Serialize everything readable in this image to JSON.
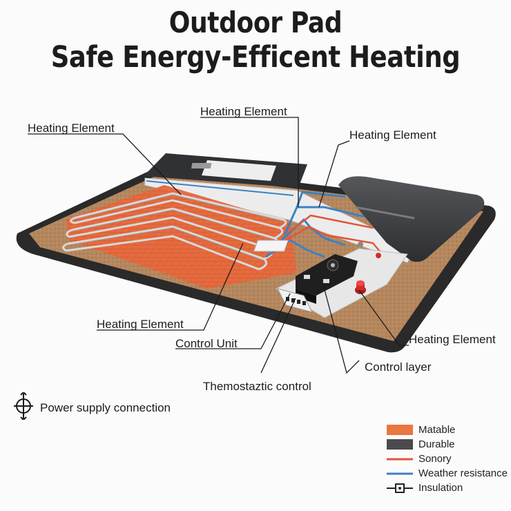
{
  "title": {
    "line1": "Outdoor Pad",
    "line2": "Safe Energy-Efficent Heating"
  },
  "labels": {
    "heating_top_left": "Heating Element",
    "heating_top_center": "Heating Element",
    "heating_top_right": "Heating Element",
    "heating_bottom_left": "Heating Element",
    "heating_bottom_right": "Heating Element",
    "control_unit": "Control Unit",
    "control_layer": "Control layer",
    "thermostatic_control": "Themostaztic control"
  },
  "power": {
    "label": "Power supply connection",
    "icon": "power-connector-icon"
  },
  "legend": [
    {
      "label": "Matable",
      "swatch": "fill",
      "color": "#e9773f"
    },
    {
      "label": "Durable",
      "swatch": "fill",
      "color": "#4a4a4a"
    },
    {
      "label": "Sonory",
      "swatch": "line",
      "color": "#e2553a"
    },
    {
      "label": "Weather resistance",
      "swatch": "line",
      "color": "#3b82c4"
    },
    {
      "label": "Insulation",
      "swatch": "connector",
      "color": "#222222"
    }
  ],
  "colors": {
    "border": "#2a2a2a",
    "cork": "#b5875e",
    "heat": "#e8693d",
    "insulation": "#eeeeee",
    "water_line": "#3b82c4",
    "knob": "#d42a2a",
    "cushion": "#3f4145"
  }
}
